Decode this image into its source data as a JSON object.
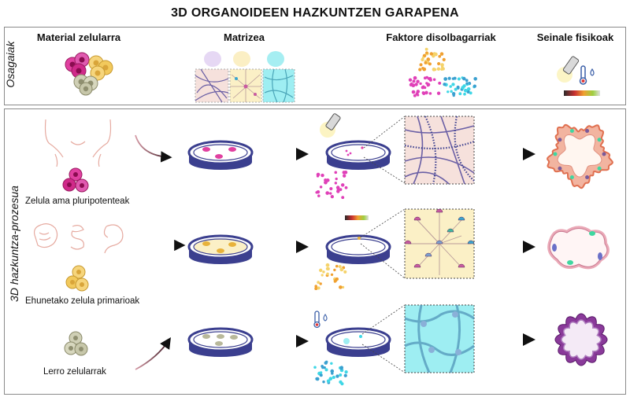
{
  "title": "3D ORGANOIDEEN HAZKUNTZEN GARAPENA",
  "top_panel": {
    "side_label": "Osagaiak",
    "columns": [
      "Material zelularra",
      "Matrizea",
      "Faktore disolbagarriak",
      "Seinale fisikoak"
    ]
  },
  "bottom_panel": {
    "side_label": "3D hazkuntza-prozesua",
    "rows": [
      {
        "label": "Zelula ama pluripotenteak",
        "color": "#d4237f"
      },
      {
        "label": "Ehunetako zelula primarioak",
        "color": "#e8b23a"
      },
      {
        "label": "Lerro zelularrak",
        "color": "#9a9a7a"
      }
    ]
  },
  "colors": {
    "dish": "#3b3f8f",
    "magenta": "#e040b8",
    "yellow": "#f5d36b",
    "cyan": "#3fd7e6",
    "arrow": "#6b2a3a",
    "matrix_pink": "#f6e1dc",
    "matrix_yellow": "#fbf0c6",
    "matrix_cyan": "#9eeef2"
  }
}
